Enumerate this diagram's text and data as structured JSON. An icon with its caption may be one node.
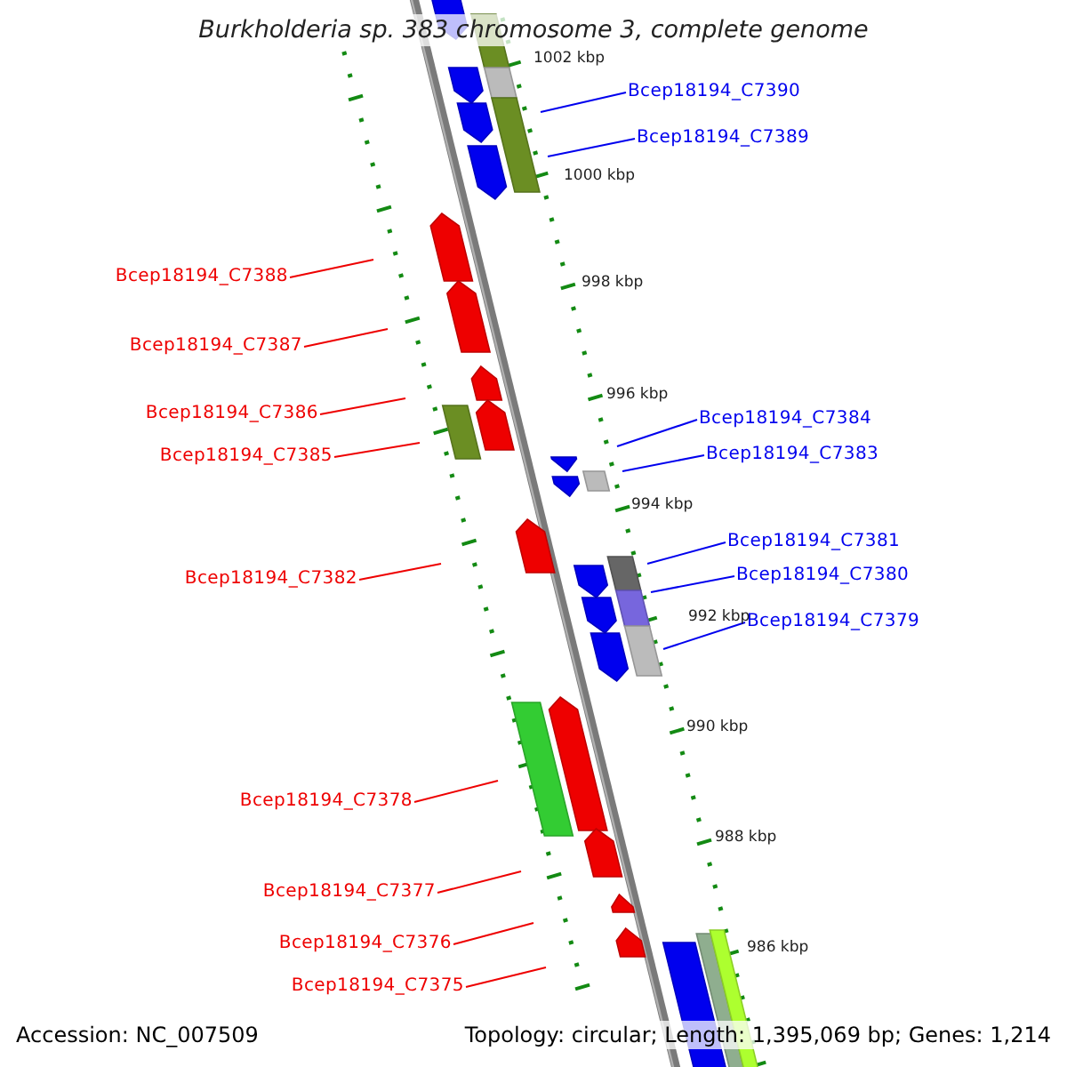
{
  "diagram": {
    "title": "Burkholderia sp. 383 chromosome 3, complete genome",
    "nodes": [
      {
        "text": [
          "Bcep18194_C7390"
        ]
      },
      {
        "text": [
          "Bcep18194_C7389"
        ]
      },
      {
        "text": [
          "Bcep18194_C7388"
        ]
      },
      {
        "text": [
          "Bcep18194_C7387"
        ]
      },
      {
        "text": [
          "Bcep18194_C7386"
        ]
      },
      {
        "text": [
          "Bcep18194_C7385"
        ]
      },
      {
        "text": [
          "Bcep18194_C7384"
        ]
      },
      {
        "text": [
          "Bcep18194_C7383"
        ]
      },
      {
        "text": [
          "Bcep18194_C7382"
        ]
      },
      {
        "text": [
          "Bcep18194_C7381"
        ]
      },
      {
        "text": [
          "Bcep18194_C7380"
        ]
      },
      {
        "text": [
          "Bcep18194_C7379"
        ]
      },
      {
        "text": [
          "Bcep18194_C7378"
        ]
      },
      {
        "text": [
          "Bcep18194_C7377"
        ]
      },
      {
        "text": [
          "Bcep18194_C7376"
        ]
      },
      {
        "text": [
          "Bcep18194_C7375"
        ]
      }
    ],
    "edges": [
      {
        "from": 0,
        "to": null,
        "arrow": "none",
        "color": "#0000ee"
      },
      {
        "from": 1,
        "to": null,
        "arrow": "none",
        "color": "#0000ee"
      },
      {
        "from": 2,
        "to": null,
        "arrow": "none"
      },
      {
        "from": 3,
        "to": null,
        "arrow": "none"
      },
      {
        "from": 4,
        "to": null,
        "arrow": "none"
      },
      {
        "from": 5,
        "to": null,
        "arrow": "none"
      },
      {
        "from": 6,
        "to": null,
        "arrow": "none",
        "color": "#0000ee"
      },
      {
        "from": 7,
        "to": null,
        "arrow": "none",
        "color": "#0000ee"
      },
      {
        "from": 8,
        "to": null,
        "arrow": "none"
      },
      {
        "from": 9,
        "to": null,
        "arrow": "none",
        "color": "#0000ee"
      },
      {
        "from": 10,
        "to": null,
        "arrow": "none",
        "color": "#0000ee"
      },
      {
        "from": 11,
        "to": null,
        "arrow": "none",
        "color": "#0000ee"
      },
      {
        "from": 12,
        "to": null,
        "arrow": "none"
      },
      {
        "from": 13,
        "to": null,
        "arrow": "none"
      },
      {
        "from": 14,
        "to": null,
        "arrow": "none"
      },
      {
        "from": 15,
        "to": null,
        "arrow": "none"
      }
    ],
    "labels": [
      "1002 kbp",
      "1000 kbp",
      "998 kbp",
      "996 kbp",
      "994 kbp",
      "992 kbp",
      "990 kbp",
      "988 kbp",
      "986 kbp",
      "Accession: NC_007509",
      "Topology: circular; Length: 1,395,069 bp; Genes: 1,214"
    ]
  }
}
